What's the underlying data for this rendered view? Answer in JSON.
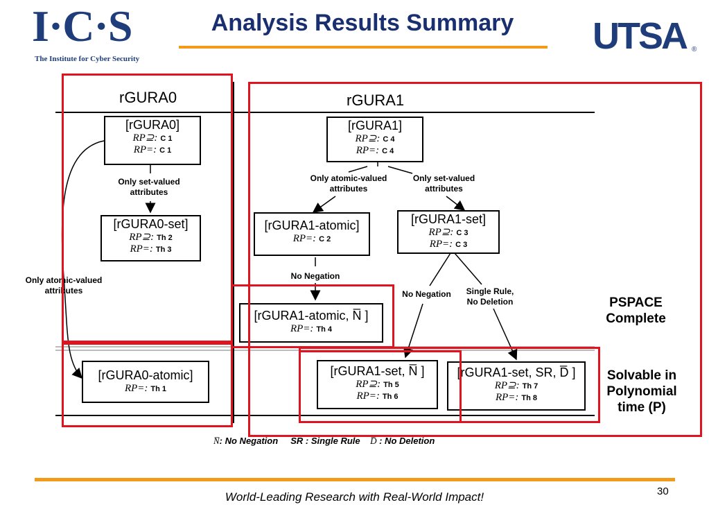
{
  "header": {
    "title": "Analysis Results Summary",
    "ics_logo": "I·C·S",
    "ics_subtitle": "The Institute for Cyber Security",
    "utsa_logo": "UTSA",
    "utsa_reg": "®",
    "colors": {
      "title": "#1a2f70",
      "accent": "#f29b1a",
      "logo": "#1f3d7a",
      "highlight": "#e0141e"
    }
  },
  "diagram": {
    "col0_header": "rGURA0",
    "col1_header": "rGURA1",
    "rp_supset": "RP⊇:",
    "rp_eq": "RP=:",
    "nodes": {
      "rgura0": {
        "label": "[rGURA0]",
        "supset": "C 1",
        "eq": "C 1"
      },
      "rgura0_set": {
        "label": "[rGURA0-set]",
        "supset": "Th 2",
        "eq": "Th 3"
      },
      "rgura0_atomic": {
        "label": "[rGURA0-atomic]",
        "eq": "Th 1"
      },
      "rgura1": {
        "label": "[rGURA1]",
        "supset": "C 4",
        "eq": "C 4"
      },
      "rgura1_atomic": {
        "label": "[rGURA1-atomic]",
        "eq": "C 2"
      },
      "rgura1_set": {
        "label": "[rGURA1-set]",
        "supset": "C 3",
        "eq": "C 3"
      },
      "rgura1_atomic_n": {
        "label": "[rGURA1-atomic, N̅ ]",
        "eq": "Th 4"
      },
      "rgura1_set_n": {
        "label": "[rGURA1-set, N̅ ]",
        "supset": "Th 5",
        "eq": "Th 6"
      },
      "rgura1_set_sr_d": {
        "label": "[rGURA1-set, SR, D̅ ]",
        "supset": "Th 7",
        "eq": "Th 8"
      }
    },
    "edge_labels": {
      "only_set_left": "Only set-valued attributes",
      "only_atomic_left": "Only atomic-valued attributes",
      "only_atomic_right": "Only atomic-valued attributes",
      "only_set_right": "Only set-valued attributes",
      "no_negation_mid": "No Negation",
      "no_negation_right": "No Negation",
      "single_rule": "Single Rule, No Deletion"
    },
    "classes": {
      "pspace": "PSPACE Complete",
      "poly": "Solvable in Polynomial time (P)"
    },
    "legend": {
      "n_sym": "N̅",
      "n_text": ": No Negation",
      "sr_text": "SR : Single Rule",
      "d_sym": "D̅",
      "d_text": ": No Deletion"
    }
  },
  "footer": {
    "tagline": "World-Leading Research with Real-World Impact!",
    "page_number": "30"
  }
}
